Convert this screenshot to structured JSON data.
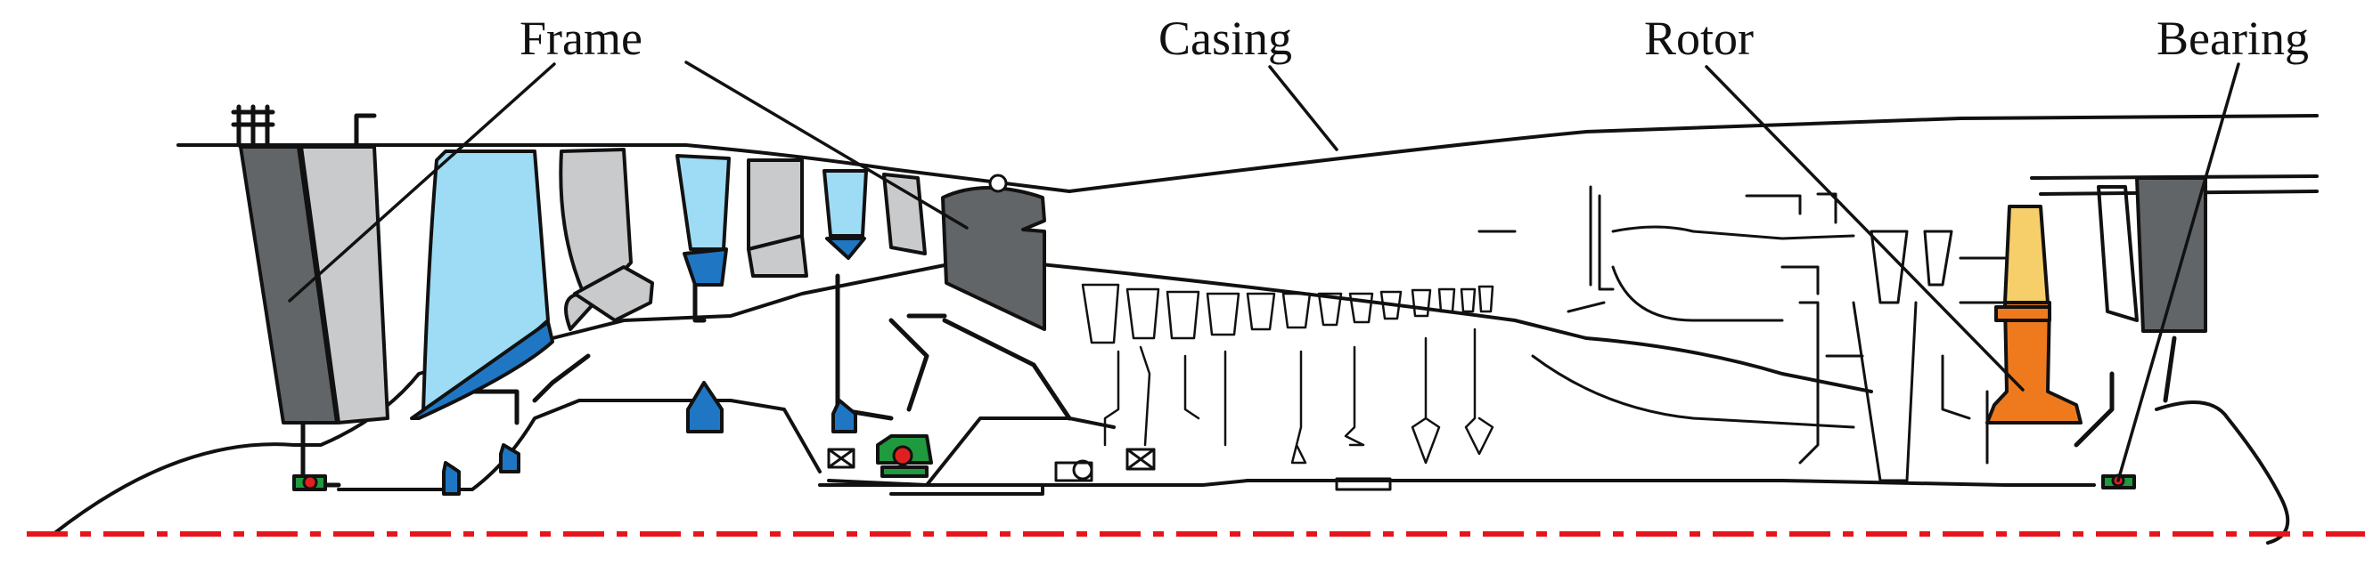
{
  "labels": {
    "frame": "Frame",
    "casing": "Casing",
    "rotor": "Rotor",
    "bearing": "Bearing"
  },
  "colors": {
    "frame": "#626567",
    "vane": "#c8cacc",
    "fan_blade": "#9edcf5",
    "blade_root": "#1f77c4",
    "bearing_green": "#1f9a3e",
    "bearing_red": "#e02020",
    "turbine_blade": "#f7cf6a",
    "turbine_disk": "#ef7a1e",
    "centerline": "#e8141c",
    "line": "#111111"
  }
}
